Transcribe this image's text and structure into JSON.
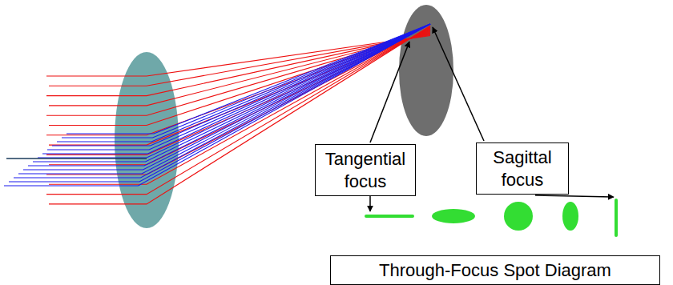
{
  "diagram": {
    "nodes": [
      {
        "text": [
          "Tangential focus"
        ]
      },
      {
        "text": [
          "Sagittal focus"
        ]
      },
      {
        "text": [
          "Through-Focus Spot Diagram"
        ]
      }
    ]
  }
}
